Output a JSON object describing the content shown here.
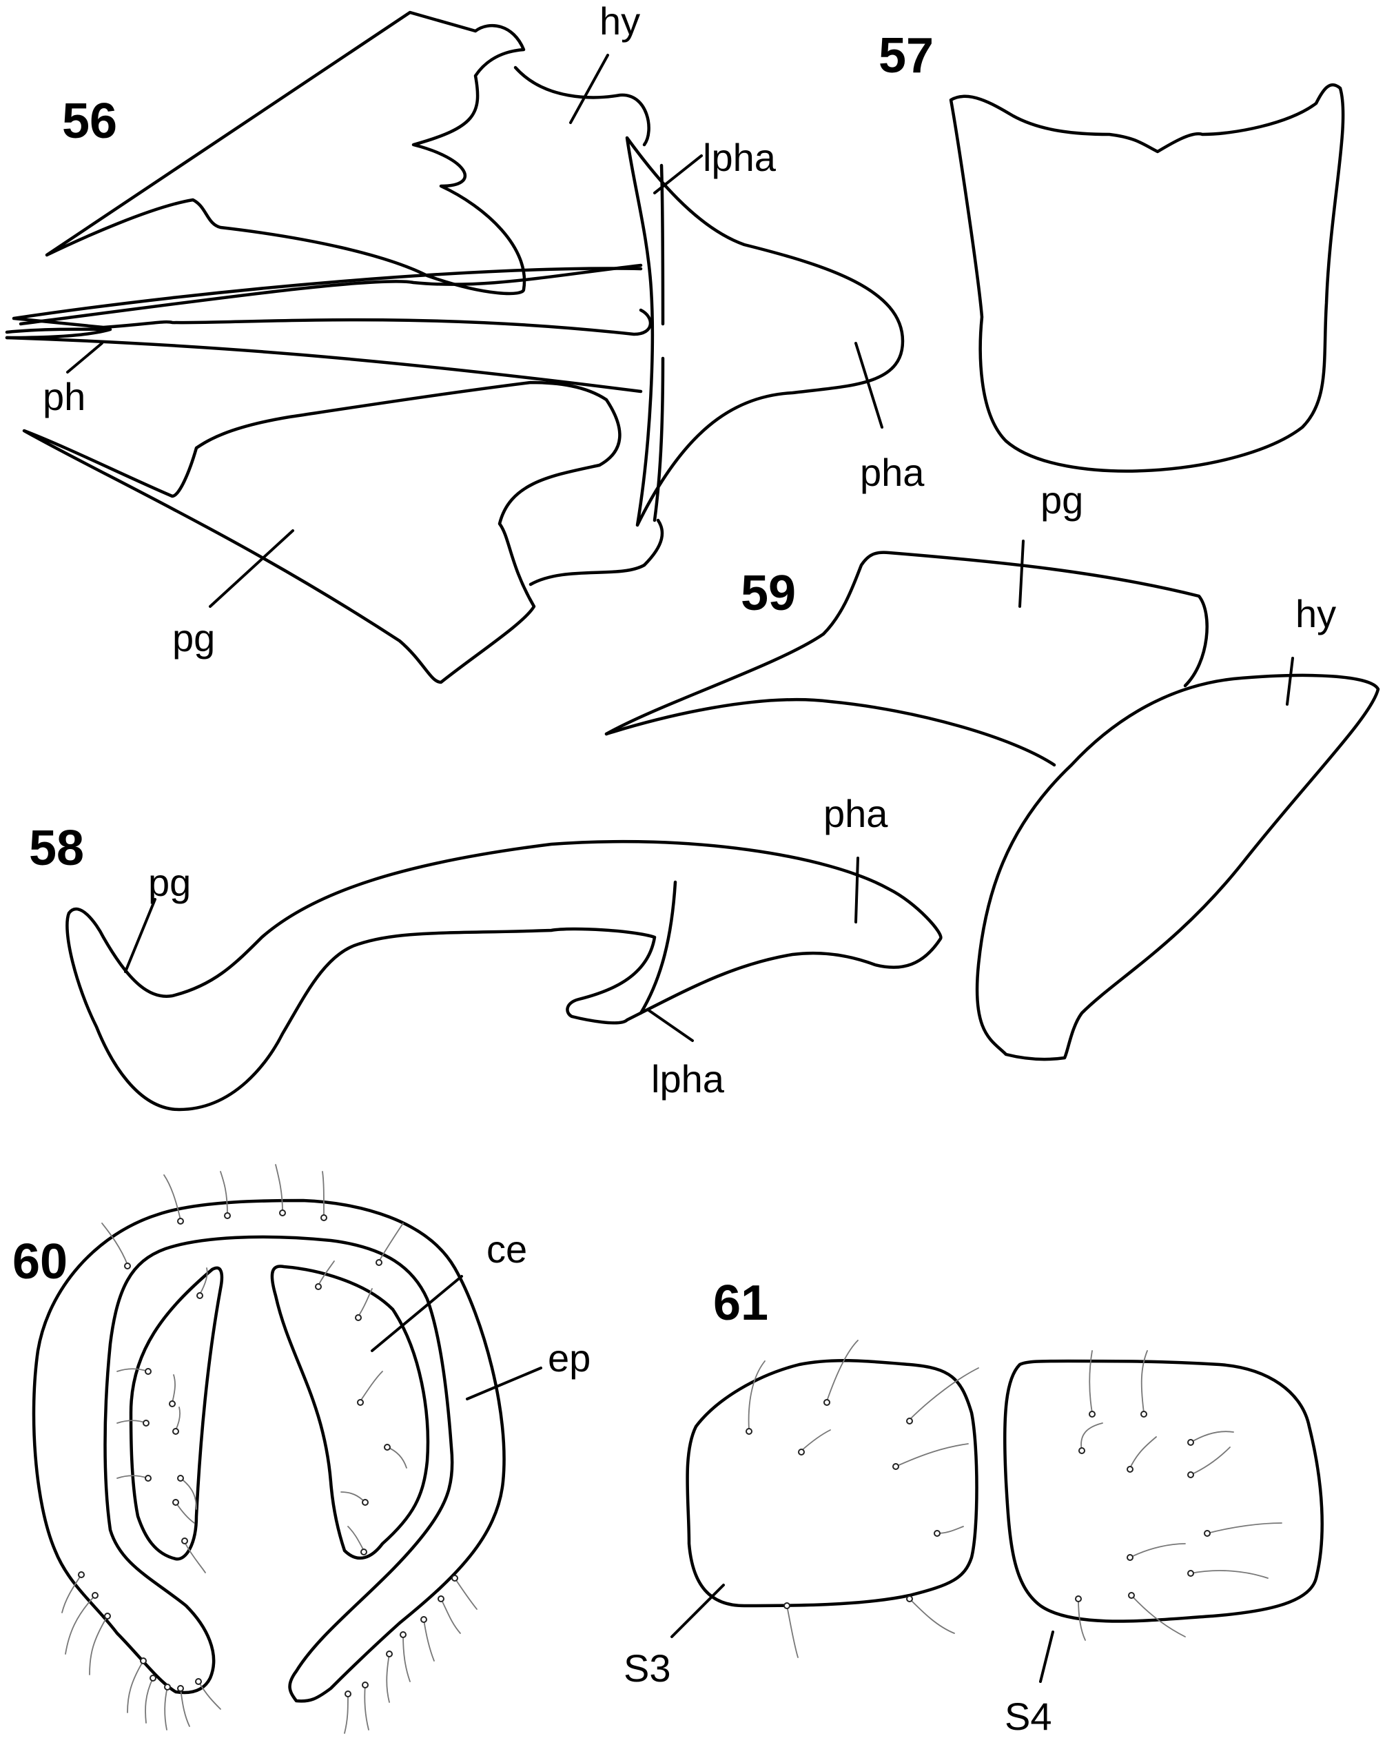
{
  "figures": [
    {
      "id": "fig56",
      "number": "56",
      "labels": [
        "hy",
        "lpha",
        "ph",
        "pha",
        "pg"
      ]
    },
    {
      "id": "fig57",
      "number": "57",
      "labels": []
    },
    {
      "id": "fig58",
      "number": "58",
      "labels": [
        "pg",
        "pha",
        "lpha"
      ]
    },
    {
      "id": "fig59",
      "number": "59",
      "labels": [
        "pg",
        "hy"
      ]
    },
    {
      "id": "fig60",
      "number": "60",
      "labels": [
        "ce",
        "ep"
      ]
    },
    {
      "id": "fig61",
      "number": "61",
      "labels": [
        "S3",
        "S4"
      ]
    }
  ]
}
